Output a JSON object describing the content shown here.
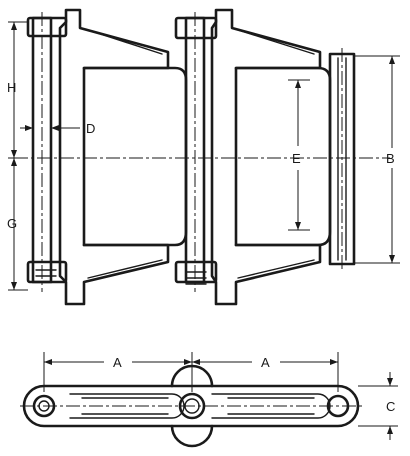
{
  "drawing": {
    "labels": {
      "H": "H",
      "D": "D",
      "G": "G",
      "E": "E",
      "B": "B",
      "A_left": "A",
      "A_right": "A",
      "C": "C"
    }
  }
}
